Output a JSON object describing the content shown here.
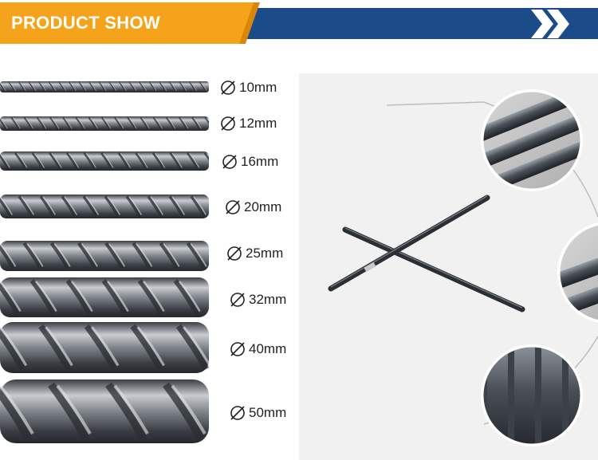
{
  "header": {
    "title": "PRODUCT SHOW",
    "colors": {
      "orange": "#f5a31a",
      "blue": "#1b4b88"
    },
    "decoration": "double-chevron-right-icon"
  },
  "rebar_sizes": [
    {
      "label": "10mm",
      "diameter_mm": 10
    },
    {
      "label": "12mm",
      "diameter_mm": 12
    },
    {
      "label": "16mm",
      "diameter_mm": 16
    },
    {
      "label": "20mm",
      "diameter_mm": 20
    },
    {
      "label": "25mm",
      "diameter_mm": 25
    },
    {
      "label": "32mm",
      "diameter_mm": 32
    },
    {
      "label": "40mm",
      "diameter_mm": 40
    },
    {
      "label": "50mm",
      "diameter_mm": 50
    }
  ],
  "photos": {
    "main": "crossed-rebar-photo",
    "closeups": [
      "rebar-closeup-top-photo",
      "rebar-closeup-middle-photo",
      "rebar-closeup-bottom-photo"
    ]
  }
}
